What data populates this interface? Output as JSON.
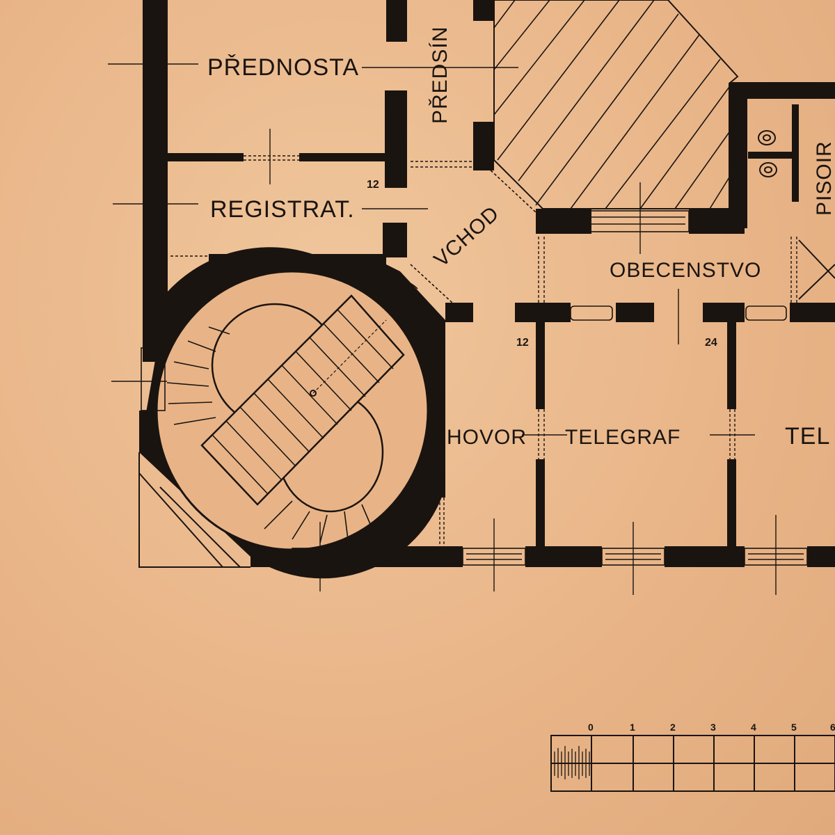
{
  "rooms": {
    "prednosta": "PŘEDNOSTA",
    "predsin": "PŘEDSÍN",
    "registrat": "REGISTRAT.",
    "vchod": "VCHOD",
    "obecenstvo": "OBECENSTVO",
    "pisoir": "PISOIR",
    "hovor": "HOVOR",
    "telegraf": "TELEGRAF",
    "tel_partial": "TEL"
  },
  "dimensions": {
    "d1": "12",
    "d2": "12",
    "d3": "24"
  },
  "scale_bar": {
    "ticks": [
      "0",
      "1",
      "2",
      "3",
      "4",
      "5",
      "6"
    ]
  },
  "colors": {
    "paper": "#e9b98c",
    "ink": "#1a1410"
  }
}
